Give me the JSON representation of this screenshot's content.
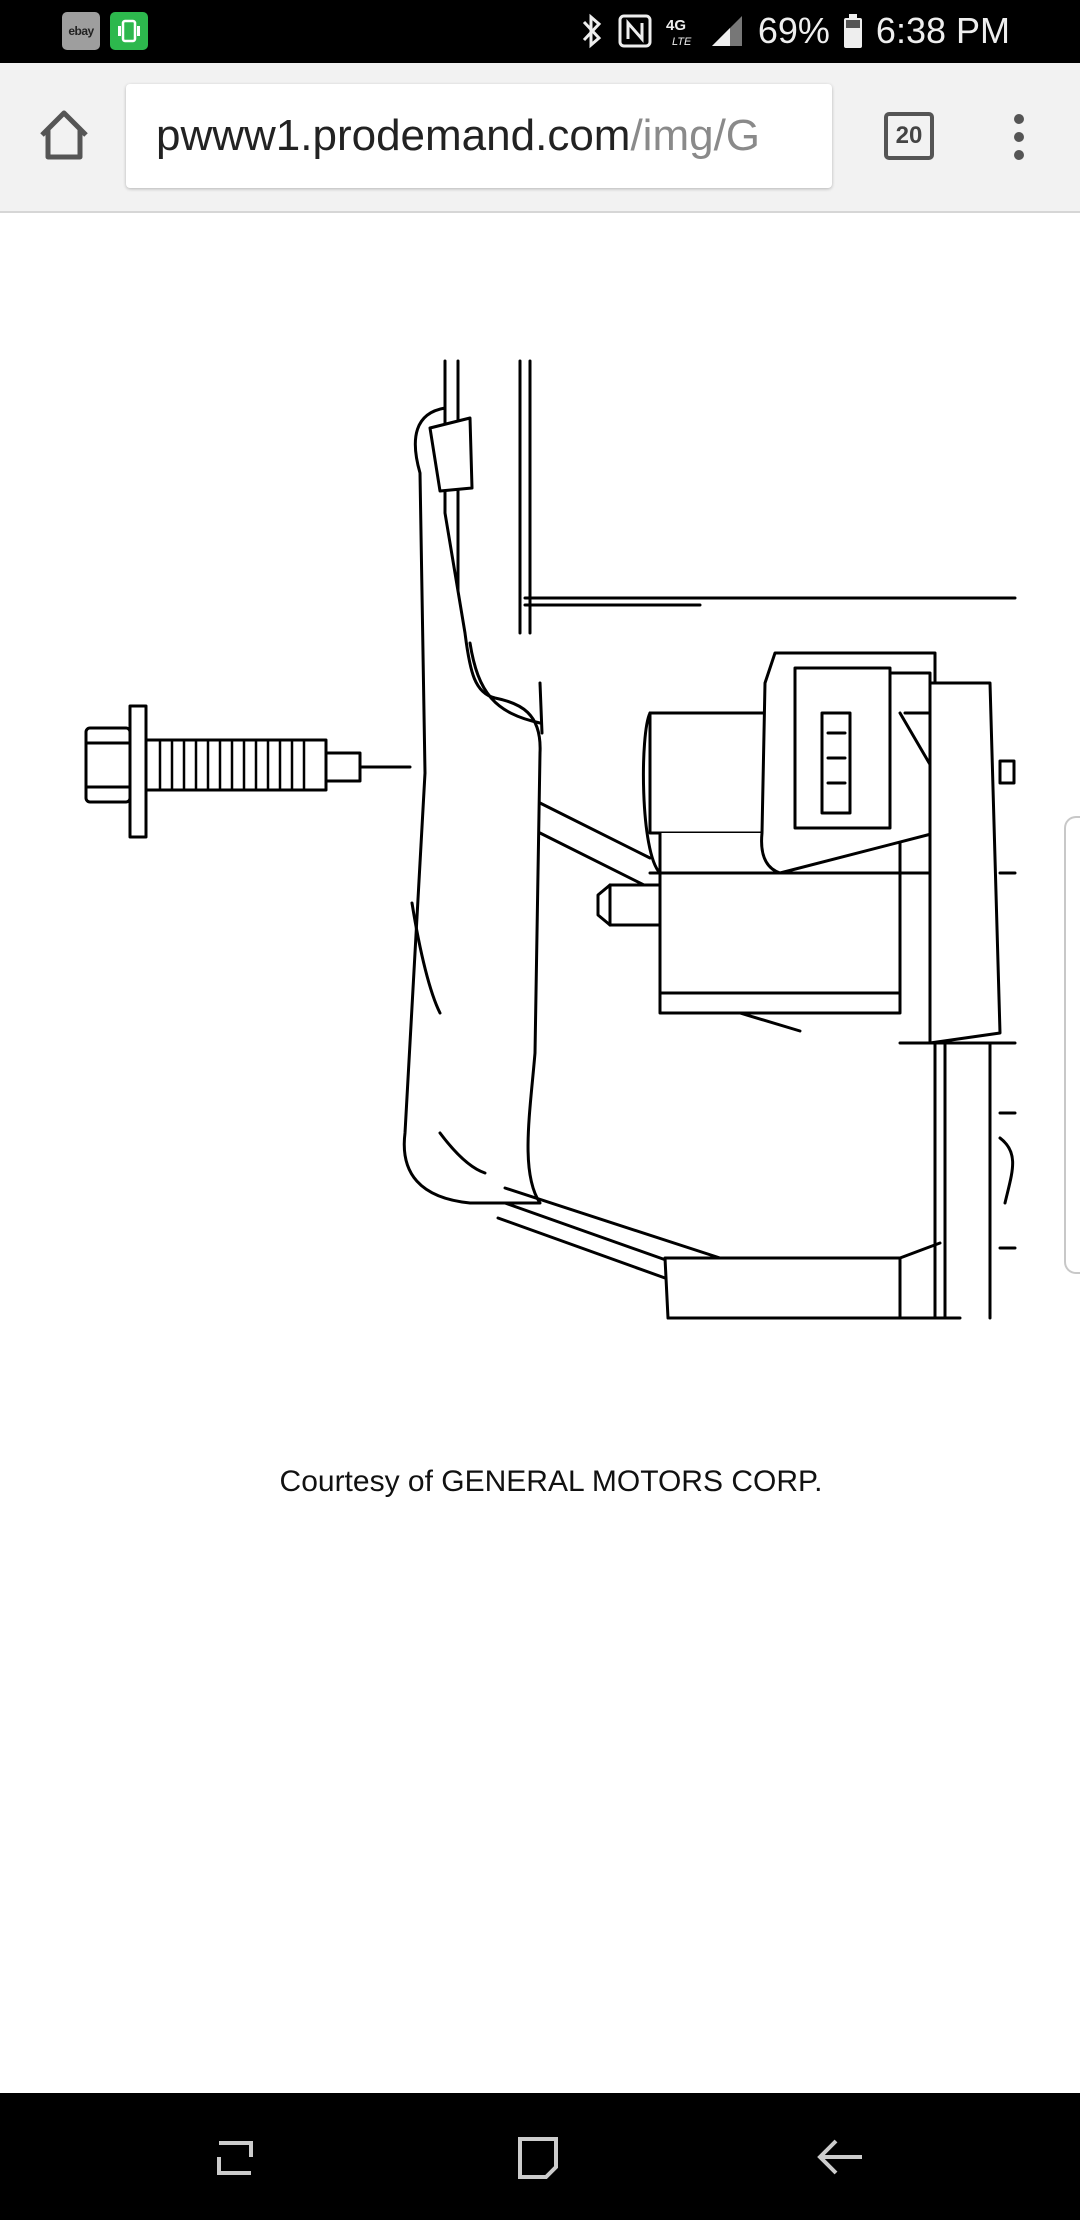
{
  "status_bar": {
    "notifications": [
      "ebay",
      "phone-app"
    ],
    "notification_ebay_label": "ebay",
    "network": "4G LTE",
    "battery": "69%",
    "time": "6:38 PM"
  },
  "toolbar": {
    "url_domain": "pwww1.prodemand.com",
    "url_path": "/img/G",
    "tab_count": "20"
  },
  "content": {
    "caption": "Courtesy of GENERAL MOTORS CORP."
  },
  "nav_bar": {
    "buttons": [
      "recents",
      "home",
      "back"
    ]
  }
}
